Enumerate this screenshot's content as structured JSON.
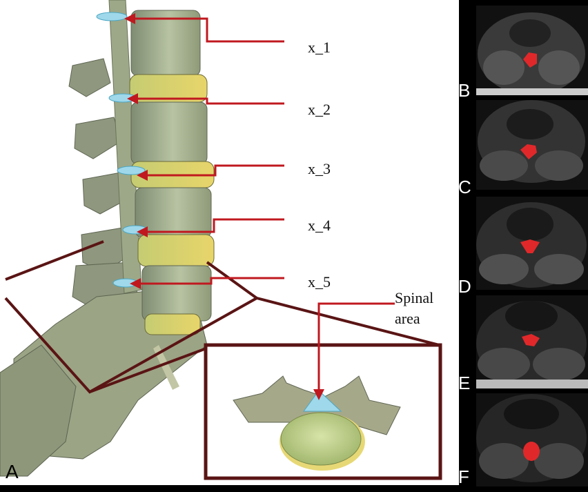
{
  "level_labels": [
    "x_1",
    "x_2",
    "x_3",
    "x_4",
    "x_5"
  ],
  "spinal_label": [
    "Spinal",
    "area"
  ],
  "panel_letters": [
    "A",
    "B",
    "C",
    "D",
    "E",
    "F"
  ],
  "colors": {
    "arrow": "#c0181f",
    "frame": "#5a1414",
    "spinal_canal": "#9fd8ea",
    "vertebral_body": "#c9d8a2",
    "mri_highlight": "#e0282a"
  }
}
